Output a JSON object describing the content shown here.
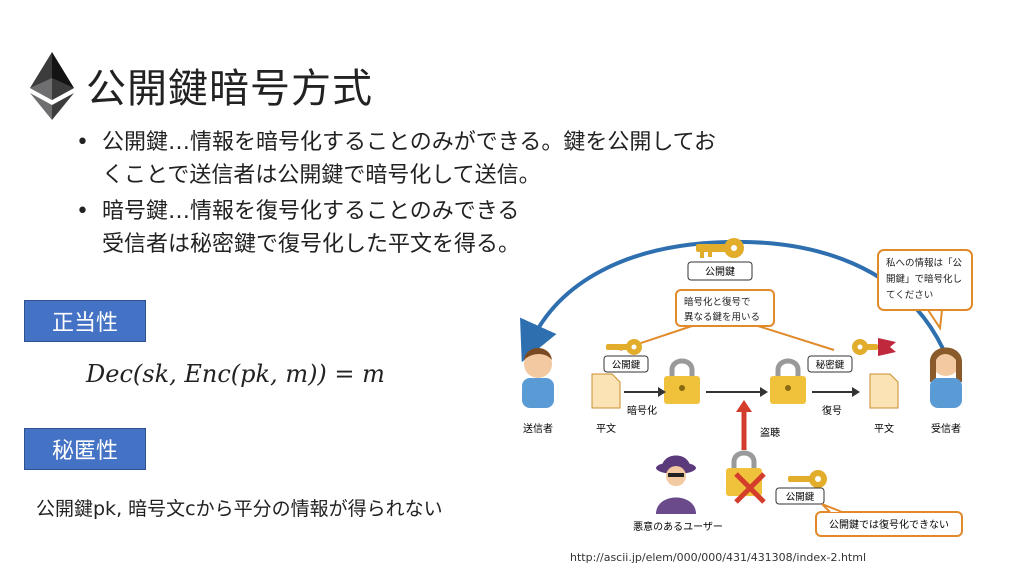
{
  "slide": {
    "title": "公開鍵暗号方式",
    "bullets": [
      "公開鍵…情報を暗号化することのみができる。鍵を公開してお",
      "くことで送信者は公開鍵で暗号化して送信。",
      "暗号鍵…情報を復号化することのみできる",
      "受信者は秘密鍵で復号化した平文を得る。"
    ],
    "tag_correctness": "正当性",
    "formula": "Dec(sk, Enc(pk, m)) = m",
    "tag_secrecy": "秘匿性",
    "secrecy_statement": "公開鍵pk, 暗号文cから平分の情報が得られない",
    "credit_url": "http://ascii.jp/elem/000/000/431/431308/index-2.html"
  },
  "diagram": {
    "public_key_top_label": "公開鍵",
    "recipient_bubble": [
      "私への情報は「公",
      "開鍵」で暗号化し",
      "てください"
    ],
    "center_callout": [
      "暗号化と復号で",
      "異なる鍵を用いる"
    ],
    "left_key_label": "公開鍵",
    "right_key_label": "秘密鍵",
    "sender_label": "送信者",
    "plaintext_left_label": "平文",
    "encrypt_label": "暗号化",
    "decrypt_label": "復号",
    "plaintext_right_label": "平文",
    "receiver_label": "受信者",
    "eavesdrop_label": "盗聴",
    "attacker_public_key_label": "公開鍵",
    "attacker_label": "悪意のあるユーザー",
    "attacker_callout": "公開鍵では復号化できない",
    "colors": {
      "blue_arrow": "#2e6fb0",
      "key_gold": "#e3ad2c",
      "secret_key_red": "#c0283d",
      "callout_border": "#e08a2a",
      "eavesdrop_red": "#d43c2c",
      "tag_blue": "#4472c4"
    }
  }
}
